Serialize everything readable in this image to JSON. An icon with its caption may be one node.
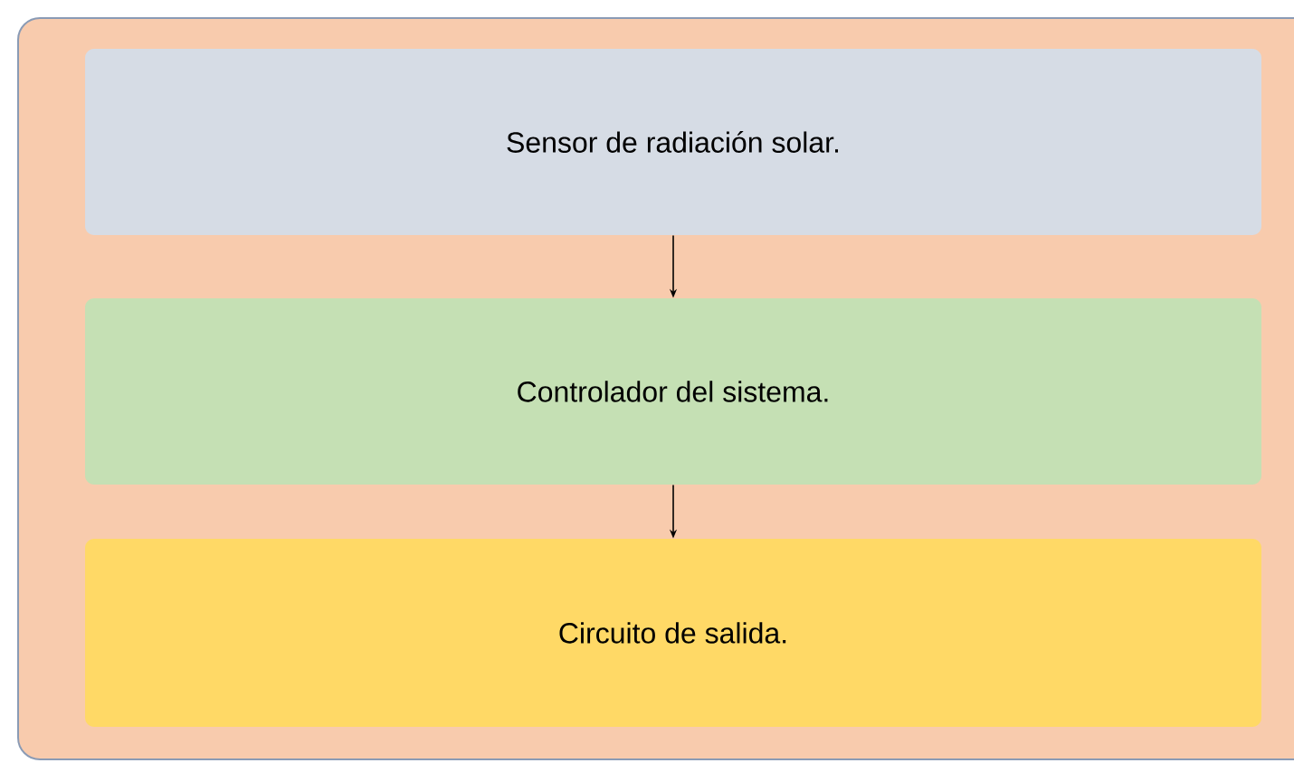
{
  "diagram": {
    "nodes": [
      {
        "text": [],
        "shape": "box"
      },
      {
        "text": [
          "Sensor de radiación solar."
        ],
        "in": 0
      },
      {
        "text": [
          "Controlador del sistema."
        ],
        "in": 0
      },
      {
        "text": [
          "Circuito de salida."
        ],
        "in": 0
      }
    ],
    "edges": [
      {
        "from": 1,
        "to": 2,
        "arrow": "to"
      },
      {
        "from": 2,
        "to": 3,
        "arrow": "to"
      }
    ]
  }
}
